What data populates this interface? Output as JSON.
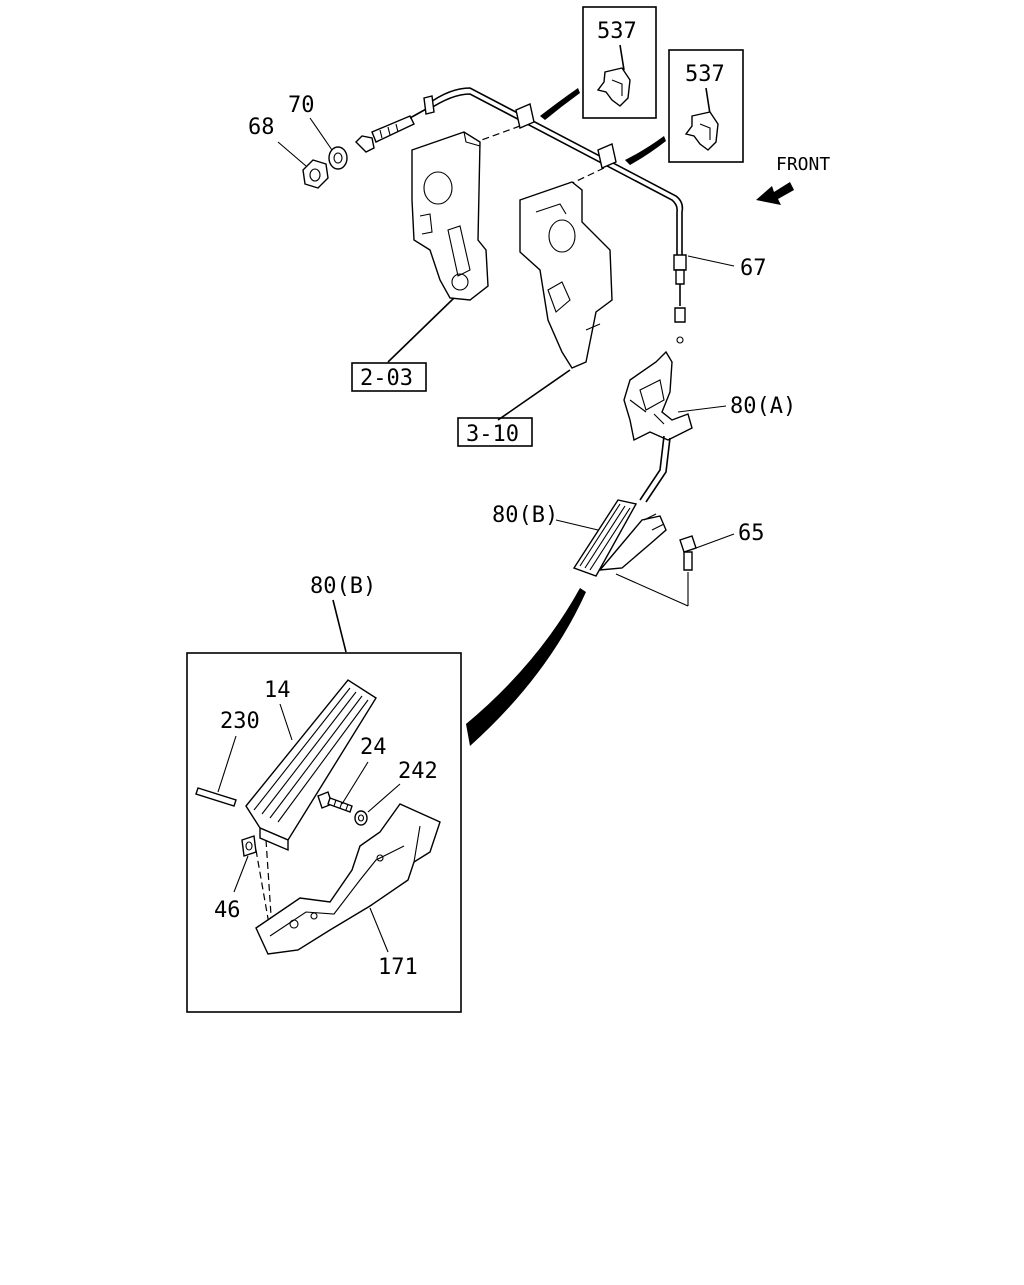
{
  "diagram": {
    "labels": {
      "clip_a": "537",
      "clip_b": "537",
      "front": "FRONT",
      "nut_70": "70",
      "nut_68": "68",
      "cable": "67",
      "ref_203": "2-03",
      "ref_310": "3-10",
      "pedal_a": "80(A)",
      "pedal_b_top": "80(B)",
      "bolt_65": "65",
      "detail_title": "80(B)",
      "pad": "14",
      "pin": "230",
      "bolt_24": "24",
      "nut_242": "242",
      "washer": "46",
      "bracket": "171"
    }
  }
}
